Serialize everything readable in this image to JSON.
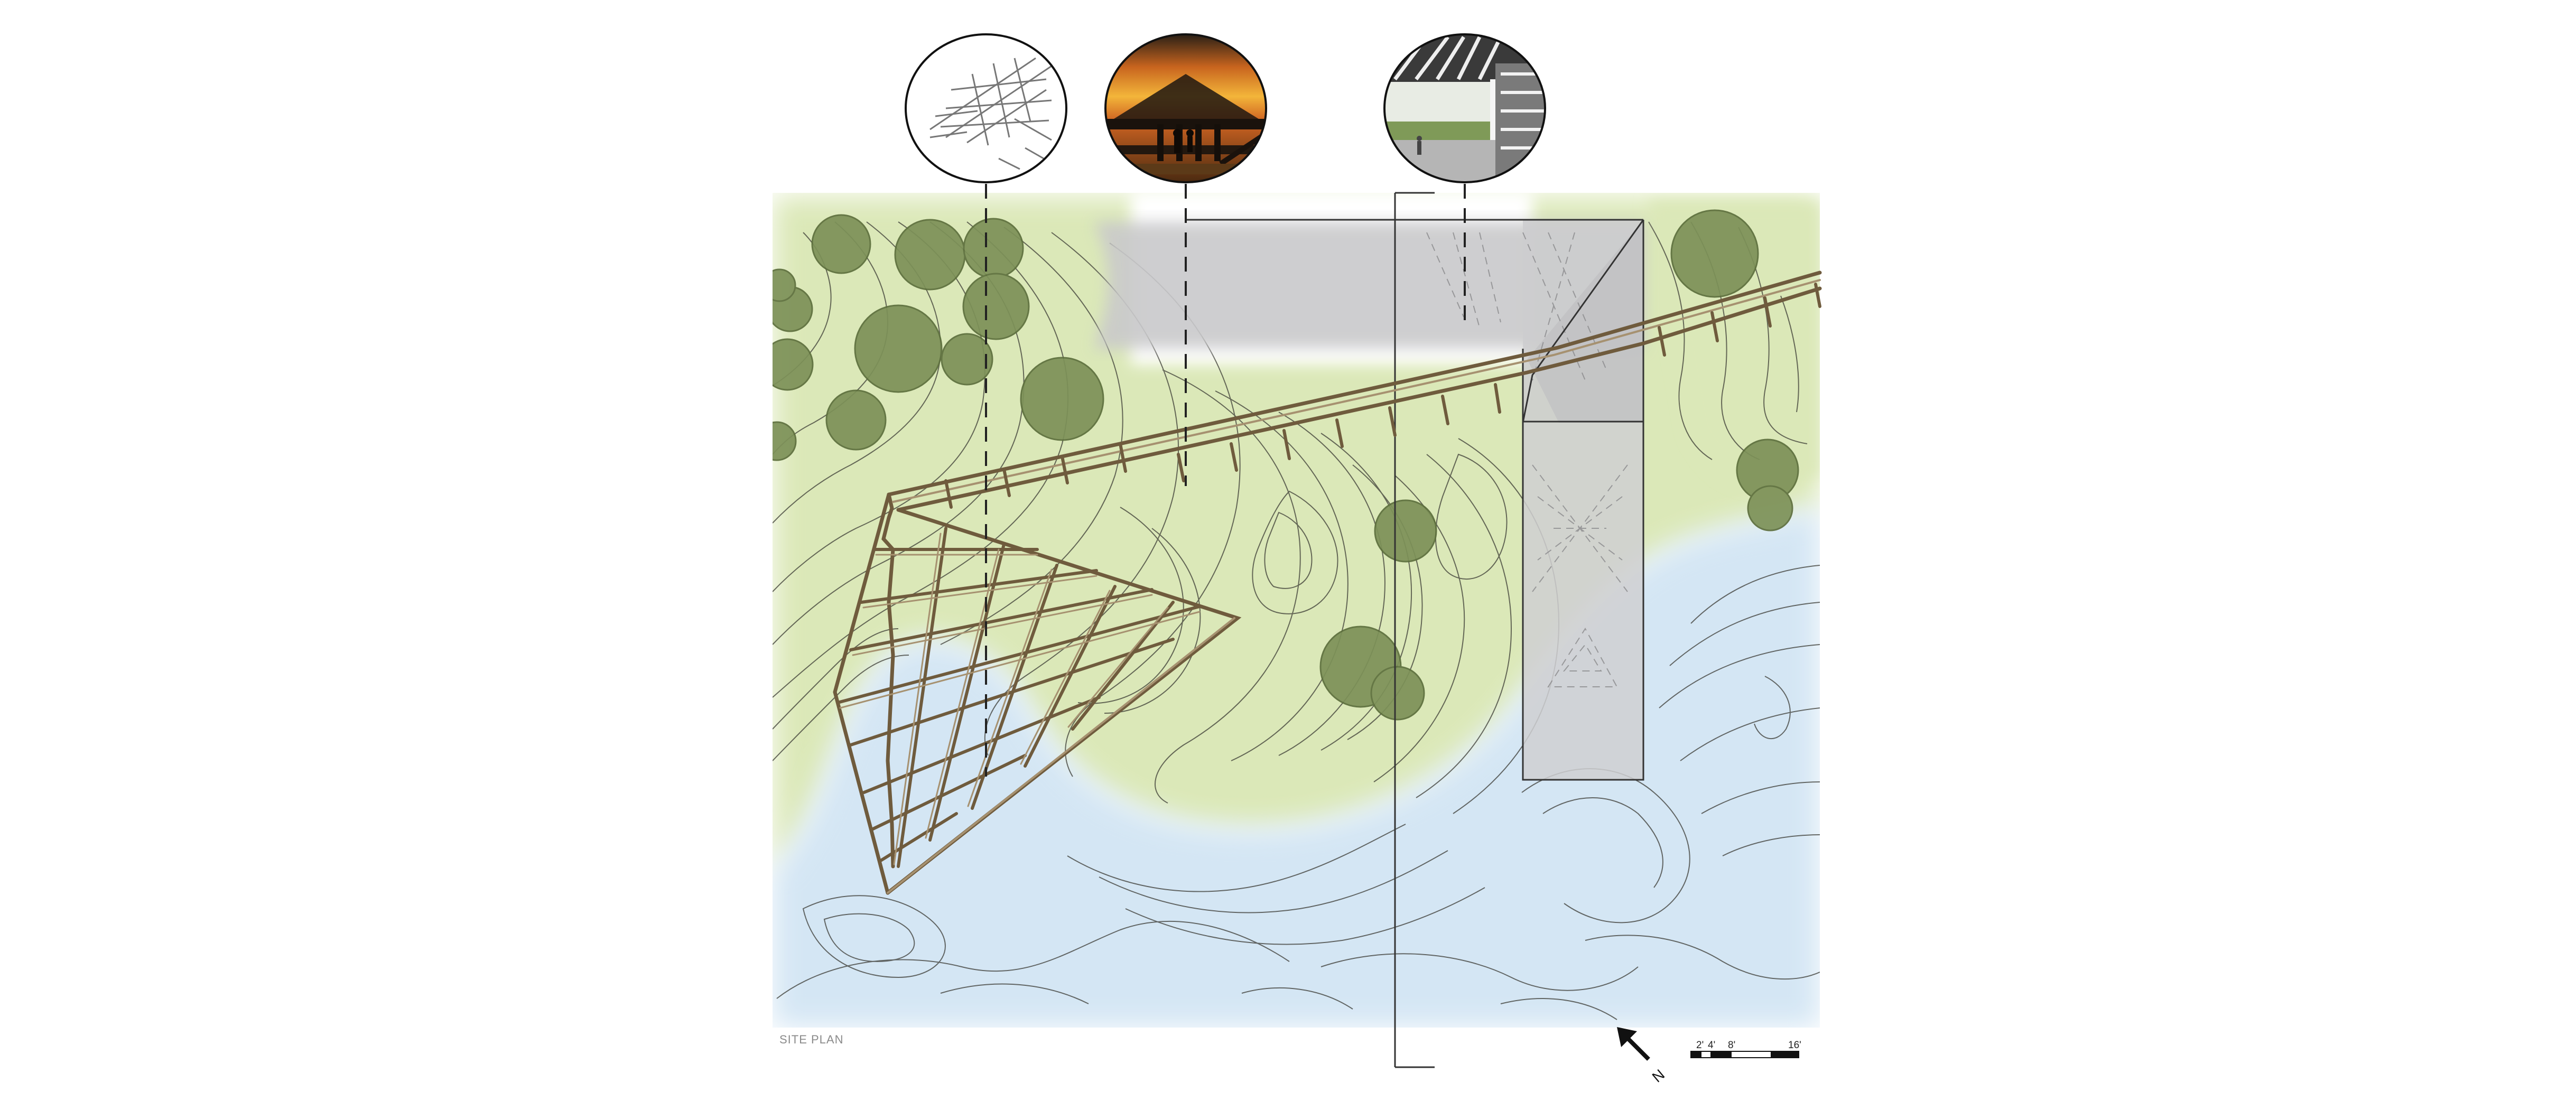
{
  "plan_label": "SITE PLAN",
  "north_label": "N",
  "scale_bar": {
    "tick_labels": [
      "2'",
      "4'",
      "8'",
      "16'"
    ]
  },
  "vignettes": [
    {
      "name": "structure-sketch-vignette",
      "subject": "line sketch of the grid structure"
    },
    {
      "name": "sunset-render-vignette",
      "subject": "structure silhouetted against sunset"
    },
    {
      "name": "interior-render-vignette",
      "subject": "covered interior view with figure"
    }
  ],
  "colors": {
    "land": "#d9e6b8",
    "water": "#d6e8f4",
    "trees": "#7d9158",
    "walkway": "#7a6646",
    "structure_shadow": "#cfcfd0"
  }
}
